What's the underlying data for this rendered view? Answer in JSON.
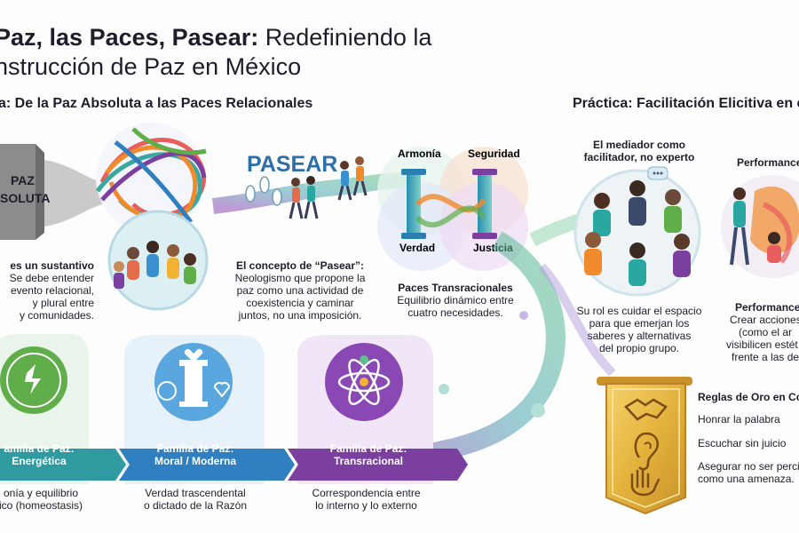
{
  "title": {
    "line1_bold": "Paz, las Paces, Pasear:",
    "line1_rest": " Redefiniendo la",
    "line2": "nstrucción de Paz en México"
  },
  "left_section": {
    "heading": "a: De la Paz Absoluta a las Paces Relacionales"
  },
  "right_section": {
    "heading": "Práctica: Facilitación Elicitiva en el"
  },
  "paz_absoluta": {
    "line1": "PAZ",
    "line2": "SOLUTA"
  },
  "sustantivo": {
    "line1": "es un sustantivo",
    "line2": "Se debe entender",
    "line3": "evento relacional,",
    "line4": "y plural entre",
    "line5": "y comunidades."
  },
  "pasear_label": "PASEAR",
  "pasear_concept": {
    "title": "El concepto de “Pasear”:",
    "line1": "Neologismo que propone la",
    "line2": "paz como una actividad de",
    "line3": "coexistencia y caminar",
    "line4": "juntos, no una imposición."
  },
  "pillars": {
    "armonia": "Armonía",
    "seguridad": "Seguridad",
    "verdad": "Verdad",
    "justicia": "Justicia"
  },
  "transracionales": {
    "title": "Paces Transracionales",
    "line1": "Equilibrio dinámico entre",
    "line2": "cuatro necesidades."
  },
  "mediador": {
    "title1": "El mediador como",
    "title2": "facilitador, no experto",
    "line1": "Su rol es cuidar el espacio",
    "line2": "para que emerjan los",
    "line3": "saberes y alternativas",
    "line4": "del propio grupo."
  },
  "performances": {
    "top": "Performances",
    "bottom_title": "Performances",
    "line1": "Crear acciones",
    "line2": "(como el ar",
    "line3": "visibilicen estét",
    "line4": "frente a las de"
  },
  "families": [
    {
      "title1": "amilia de Paz:",
      "title2": "Energética",
      "desc1": "onía y equilibrio",
      "desc2": "ico (homeostasis)"
    },
    {
      "title1": "Familia de Paz:",
      "title2": "Moral / Moderna",
      "desc1": "Verdad trascendental",
      "desc2": "o dictado de la Razón"
    },
    {
      "title1": "Familia de Paz:",
      "title2": "Transracional",
      "desc1": "Correspondencia entre",
      "desc2": "lo interno y lo externo"
    }
  ],
  "reglas": {
    "title": "Reglas de Oro en Co",
    "item1": "Honrar la palabra",
    "item2": "Escuchar sin juicio",
    "item3a": "Asegurar no ser percib",
    "item3b": "como una amenaza."
  },
  "colors": {
    "teal": "#2aa7a0",
    "blue": "#2f7fc1",
    "purple": "#7b3fa0",
    "gold": "#e3b23c",
    "green": "#5fae4a",
    "orange": "#f08a2c"
  }
}
